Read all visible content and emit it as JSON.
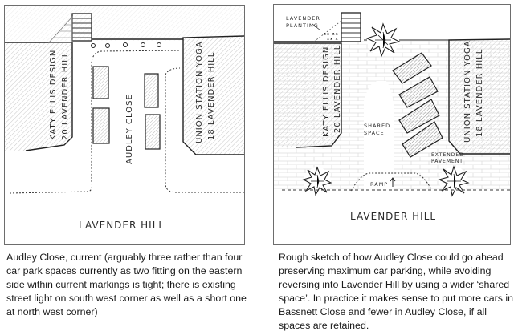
{
  "left_sketch": {
    "title": "Audley Close current layout sketch",
    "labels": {
      "west_building": [
        "KATY ELLIS DESIGN",
        "20 LAVENDER HILL"
      ],
      "east_building": [
        "UNION STATION YOGA",
        "18 LAVENDER HILL"
      ],
      "street": "AUDLEY CLOSE",
      "main_road": "LAVENDER HILL"
    },
    "parking_spaces": 4,
    "bollards": 5
  },
  "right_sketch": {
    "title": "Proposed Audley Close shared space sketch",
    "labels": {
      "planting": [
        "LAVENDER",
        "PLANTING"
      ],
      "west_building": [
        "KATY ELLIS DESIGN",
        "20 LAVENDER HILL"
      ],
      "east_building": [
        "UNION STATION YOGA",
        "18 LAVENDER HILL"
      ],
      "shared_space": [
        "SHARED",
        "SPACE"
      ],
      "pavement": [
        "EXTENDED",
        "PAVEMENT"
      ],
      "ramp": "RAMP",
      "main_road": "LAVENDER HILL"
    },
    "parking_spaces": 4,
    "trees": 3
  },
  "captions": {
    "left": "Audley Close, current (arguably three rather than four car park spaces currently as two fitting on the eastern side within current markings is tight; there is existing street light on south west corner as well as a short one at north west corner)",
    "right": "Rough sketch of how Audley Close could go ahead preserving maximum car parking, while avoiding reversing into Lavender Hill by using a wider ‘shared space’.  In practice it makes sense to put more cars in Bassnett Close and fewer in Audley Close, if all spaces are retained."
  }
}
